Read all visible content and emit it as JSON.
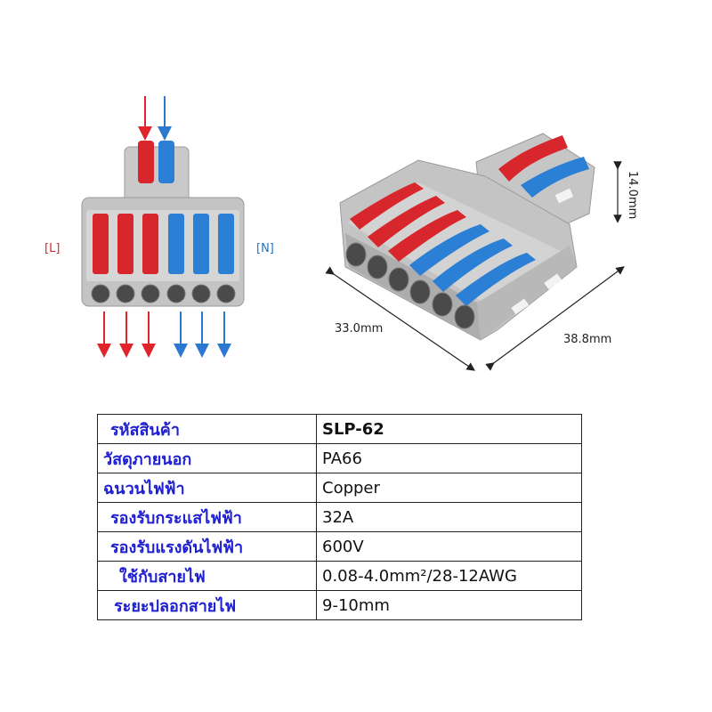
{
  "front_view": {
    "left_label": "[L]",
    "right_label": "[N]"
  },
  "dimensions": {
    "height": "14.0mm",
    "width": "33.0mm",
    "length": "38.8mm"
  },
  "specs": [
    {
      "label": "รหัสสินค้า",
      "value": "SLP-62"
    },
    {
      "label": "วัสดุภายนอก",
      "value": "PA66"
    },
    {
      "label": "ฉนวนไฟฟ้า",
      "value": "Copper"
    },
    {
      "label": "รองรับกระแสไฟฟ้า",
      "value": "32A"
    },
    {
      "label": "รองรับแรงดันไฟฟ้า",
      "value": "600V"
    },
    {
      "label": "ใช้กับสายไฟ",
      "value": "0.08-4.0mm²/28-12AWG"
    },
    {
      "label": "ระยะปลอกสายไฟ",
      "value": "9-10mm"
    }
  ],
  "colors": {
    "red_lever": "#d8262d",
    "blue_lever": "#2b7fd4",
    "housing": "#bdbdbd",
    "arrow_red": "#e0242b",
    "arrow_blue": "#2a78d0"
  }
}
